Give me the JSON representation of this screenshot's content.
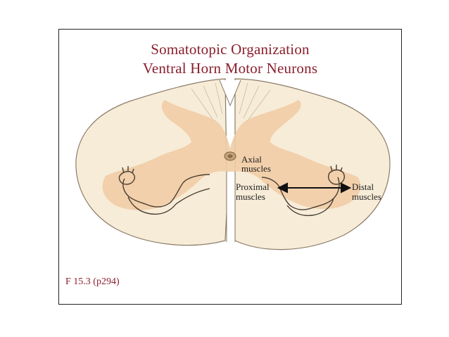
{
  "title": {
    "line1": "Somatotopic  Organization",
    "line2": "Ventral Horn Motor Neurons"
  },
  "labels": {
    "axial": "Axial",
    "axial_muscles": "muscles",
    "proximal": "Proximal",
    "proximal_muscles": "muscles",
    "distal": "Distal",
    "distal_muscles": "muscles"
  },
  "caption": "F 15.3 (p294)",
  "colors": {
    "title": "#8a1f2d",
    "white_matter": "#f7ecd8",
    "gray_matter": "#f0cda6",
    "outline": "#7a6a58",
    "frame": "#222222"
  }
}
